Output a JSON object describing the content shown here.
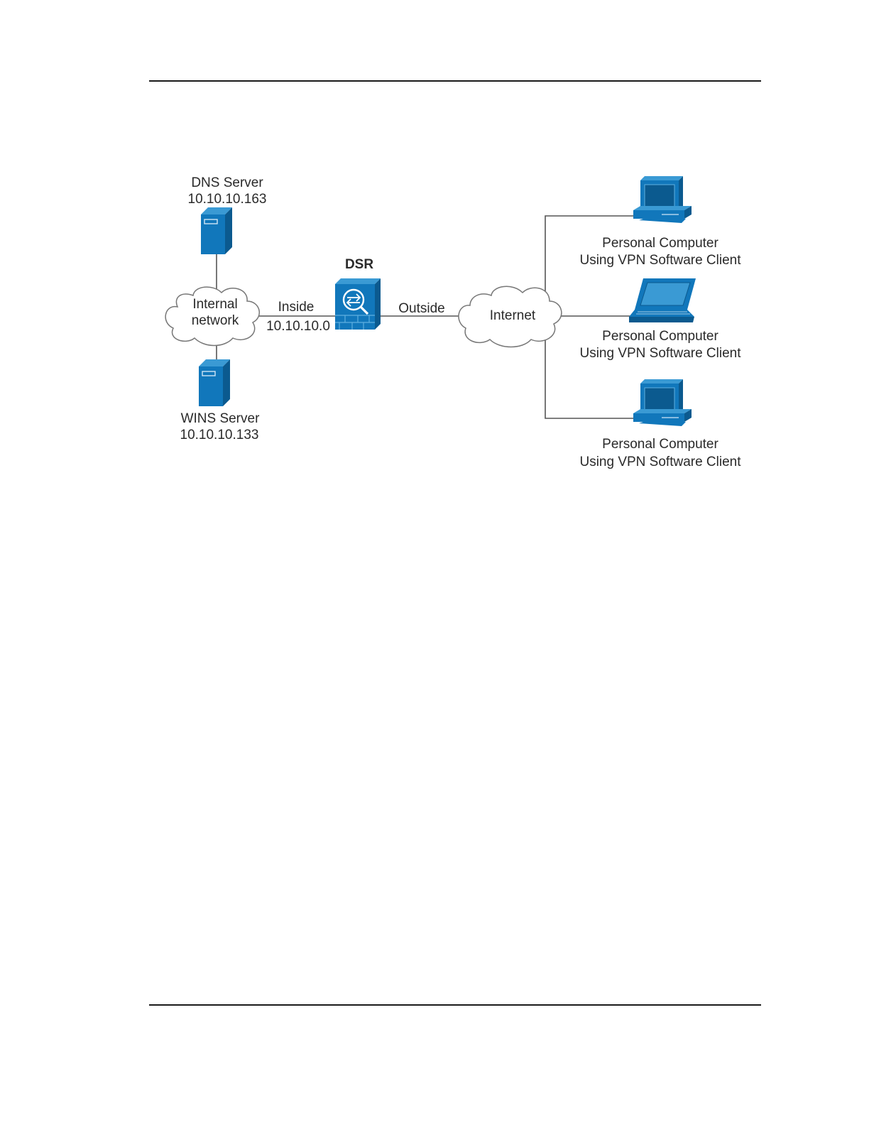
{
  "colors": {
    "device_blue": "#1177bb",
    "device_dark": "#0b5a8f",
    "device_light": "#3a9ad4",
    "wire": "#555555"
  },
  "nodes": {
    "dns_server": {
      "name": "DNS Server",
      "ip": "10.10.10.163",
      "icon": "server-icon"
    },
    "wins_server": {
      "name": "WINS Server",
      "ip": "10.10.10.133",
      "icon": "server-icon"
    },
    "internal_network": {
      "line1": "Internal",
      "line2": "network",
      "icon": "cloud-icon"
    },
    "dsr": {
      "name": "DSR",
      "icon": "firewall-icon"
    },
    "internet": {
      "name": "Internet",
      "icon": "cloud-icon"
    },
    "clients": [
      {
        "line1": "Personal Computer",
        "line2": "Using VPN Software Client",
        "icon": "desktop-computer-icon"
      },
      {
        "line1": "Personal Computer",
        "line2": "Using VPN Software Client",
        "icon": "laptop-icon"
      },
      {
        "line1": "Personal Computer",
        "line2": "Using VPN Software Client",
        "icon": "desktop-computer-icon"
      }
    ]
  },
  "links": {
    "inside": {
      "label": "Inside",
      "subnet": "10.10.10.0"
    },
    "outside": {
      "label": "Outside"
    }
  }
}
